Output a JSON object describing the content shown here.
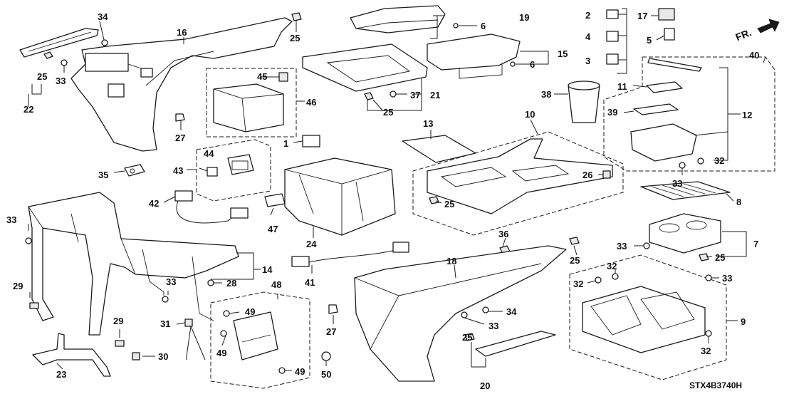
{
  "callouts": {
    "c1": "1",
    "c2": "2",
    "c3": "3",
    "c4": "4",
    "c5": "5",
    "c6a": "6",
    "c6b": "6",
    "c7": "7",
    "c8": "8",
    "c9": "9",
    "c10": "10",
    "c11": "11",
    "c12": "12",
    "c13": "13",
    "c14": "14",
    "c15": "15",
    "c16": "16",
    "c17": "17",
    "c18": "18",
    "c19": "19",
    "c20": "20",
    "c21": "21",
    "c22": "22",
    "c23": "23",
    "c24": "24",
    "c25a": "25",
    "c25b": "25",
    "c25c": "25",
    "c25d": "25",
    "c25e": "25",
    "c25f": "25",
    "c25g": "25",
    "c26": "26",
    "c27a": "27",
    "c27b": "27",
    "c28": "28",
    "c29a": "29",
    "c29b": "29",
    "c30": "30",
    "c31": "31",
    "c32a": "32",
    "c32b": "32",
    "c32c": "32",
    "c32d": "32",
    "c33a": "33",
    "c33b": "33",
    "c33c": "33",
    "c33d": "33",
    "c33e": "33",
    "c33f": "33",
    "c33g": "33",
    "c34a": "34",
    "c34b": "34",
    "c35": "35",
    "c36": "36",
    "c37": "37",
    "c38": "38",
    "c39": "39",
    "c40": "40",
    "c41": "41",
    "c42": "42",
    "c43": "43",
    "c44": "44",
    "c45": "45",
    "c46": "46",
    "c47": "47",
    "c48": "48",
    "c49a": "49",
    "c49b": "49",
    "c49c": "49",
    "c50": "50"
  },
  "direction_label": "FR.",
  "diagram_code": "STX4B3740H"
}
